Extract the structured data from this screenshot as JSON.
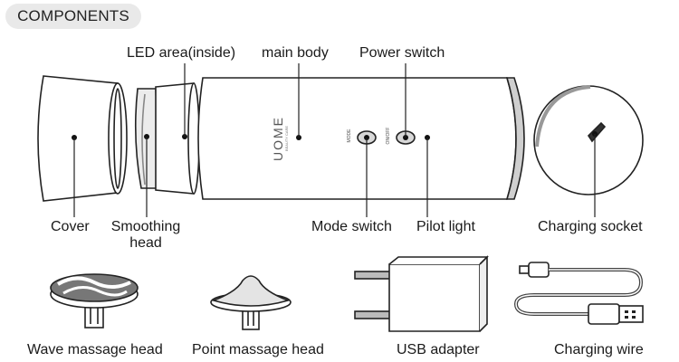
{
  "header": {
    "title": "COMPONENTS"
  },
  "labels": {
    "led_area": "LED area(inside)",
    "main_body": "main body",
    "power_switch": "Power switch",
    "cover": "Cover",
    "smoothing_head": "Smoothing head",
    "mode_switch": "Mode switch",
    "pilot_light": "Pilot light",
    "charging_socket": "Charging socket",
    "wave_massage_head": "Wave massage head",
    "point_massage_head": "Point massage head",
    "usb_adapter": "USB adapter",
    "charging_wire": "Charging wire"
  },
  "device_print": {
    "brand": "UOME",
    "tagline": "BEAUTY CARE",
    "mode_text": "MODE",
    "onoff_text": "ON/OFF"
  },
  "icons": [
    "cover-icon",
    "smoothing-head-icon",
    "main-body-icon",
    "charging-socket-icon",
    "wave-massage-head-icon",
    "point-massage-head-icon",
    "usb-adapter-icon",
    "charging-wire-icon"
  ]
}
